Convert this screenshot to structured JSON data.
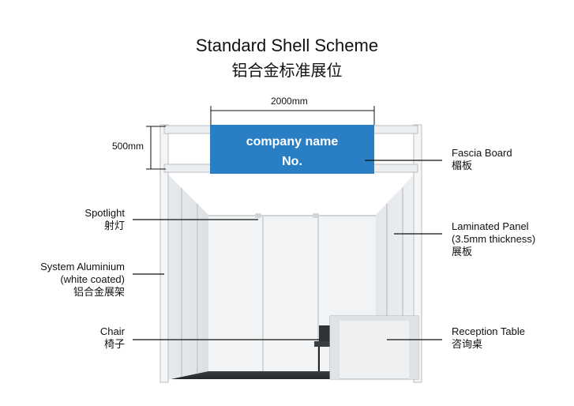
{
  "title": "Standard Shell Scheme",
  "subtitle": "铝合金标准展位",
  "dimensions": {
    "width_label": "2000mm",
    "height_label": "500mm"
  },
  "fascia": {
    "line1": "company name",
    "line2": "No.",
    "color": "#2a7ec4"
  },
  "labels": {
    "fascia_board": {
      "en": "Fascia Board",
      "cn": "楣板"
    },
    "laminated_panel": {
      "en1": "Laminated Panel",
      "en2": "(3.5mm thickness)",
      "cn": "展板"
    },
    "reception_table": {
      "en": "Reception Table",
      "cn": "咨询桌"
    },
    "spotlight": {
      "en": "Spotlight",
      "cn": "射灯"
    },
    "system_aluminium": {
      "en1": "System Aluminium",
      "en2": "(white coated)",
      "cn": "铝合金展架"
    },
    "chair": {
      "en": "Chair",
      "cn": "椅子"
    }
  }
}
